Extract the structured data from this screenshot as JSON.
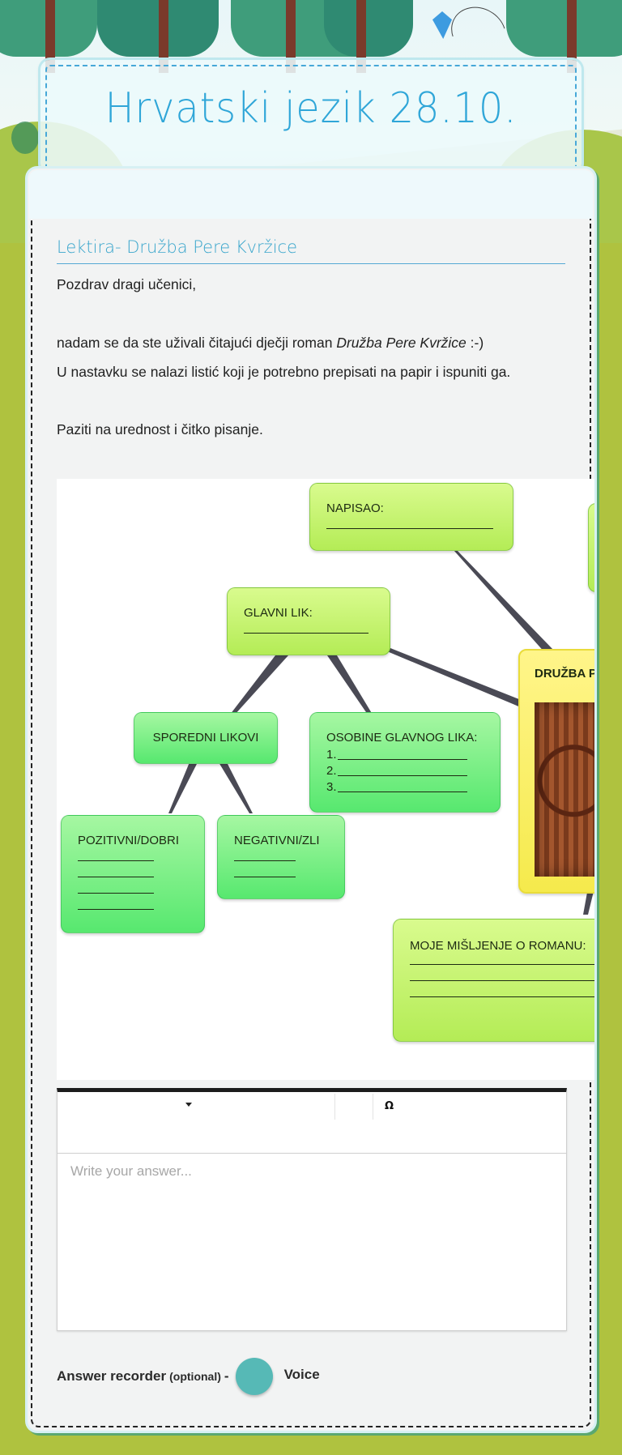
{
  "header": {
    "title": "Hrvatski jezik 28.10."
  },
  "section": {
    "heading": "Lektira- Družba Pere Kvržice",
    "greeting": "Pozdrav dragi učenici,",
    "paragraph1_prefix": "nadam se da ste uživali čitajući dječji roman ",
    "paragraph1_book": "Družba Pere Kvržice",
    "paragraph1_suffix": " :-)",
    "paragraph2": "U nastavku se nalazi listić koji je potrebno prepisati na papir i ispuniti ga.",
    "paragraph3": "Paziti na urednost i čitko pisanje."
  },
  "mindmap": {
    "center_title": "DRUŽBA PERE",
    "nodes": {
      "napisao": "NAPISAO:",
      "glavni_lik": "GLAVNI LIK:",
      "sporedni_likovi": "SPOREDNI LIKOVI",
      "osobine": "OSOBINE GLAVNOG LIKA:",
      "osobine_items": [
        "1.",
        "2.",
        "3."
      ],
      "pozitivni": "POZITIVNI/DOBRI",
      "negativni": "NEGATIVNI/ZLI",
      "misljenje": "MOJE MIŠLJENJE O ROMANU:"
    },
    "colors": {
      "lime": "#c5f36e",
      "green": "#7aee85",
      "yellow": "#f7ee5c",
      "connector": "#4a4a55"
    }
  },
  "editor": {
    "toolbar": {
      "dropdown_icon": "caret-down-icon",
      "special_char_label": "Ω"
    },
    "answer_placeholder": "Write your answer...",
    "answer_value": ""
  },
  "recorder": {
    "label": "Answer recorder",
    "optional": "(optional)",
    "dash": "-",
    "voice_label": "Voice",
    "button_color": "#56b9b6"
  },
  "theme": {
    "title_color": "#2fa6d8",
    "heading_color": "#3aa6cc",
    "page_bg": "#afc23f"
  }
}
